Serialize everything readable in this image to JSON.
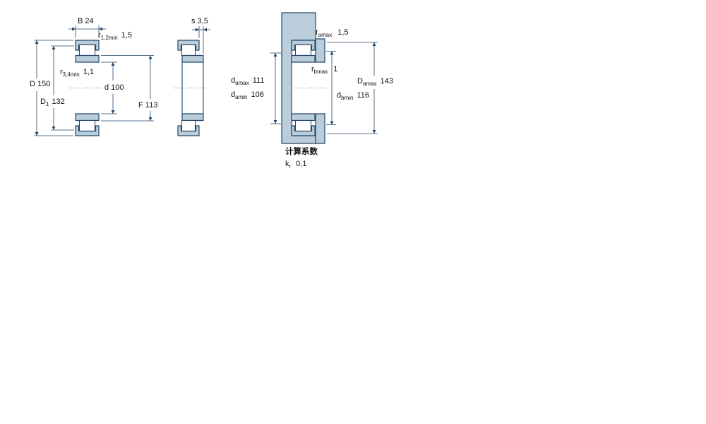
{
  "colors": {
    "outline": "#24476b",
    "part_fill": "#b9cdda",
    "centerline": "#9ab4c6",
    "text": "#111111"
  },
  "labels": {
    "B": {
      "text": "B 24"
    },
    "r12": {
      "sym": "r",
      "sub": "1,2min",
      "val": "1,5"
    },
    "r34": {
      "sym": "r",
      "sub": "3,4min",
      "val": "1,1"
    },
    "D": {
      "text": "D 150"
    },
    "D1": {
      "sym": "D",
      "sub": "1",
      "val": "132"
    },
    "d": {
      "text": "d 100"
    },
    "F": {
      "text": "F 113"
    },
    "s": {
      "text": "s 3,5"
    },
    "ra": {
      "sym": "r",
      "sub": "amax",
      "val": "1,5"
    },
    "rb": {
      "sym": "r",
      "sub": "bmax",
      "val": "1"
    },
    "da_max": {
      "sym": "d",
      "sub": "amax",
      "val": "111"
    },
    "da_min": {
      "sym": "d",
      "sub": "amin",
      "val": "106"
    },
    "Da_max": {
      "sym": "D",
      "sub": "amax",
      "val": "143"
    },
    "db_min": {
      "sym": "d",
      "sub": "bmin",
      "val": "116"
    }
  },
  "calculation_factors": {
    "heading": "计算系数",
    "kr": {
      "sym": "k",
      "sub": "r",
      "val": "0,1"
    }
  }
}
